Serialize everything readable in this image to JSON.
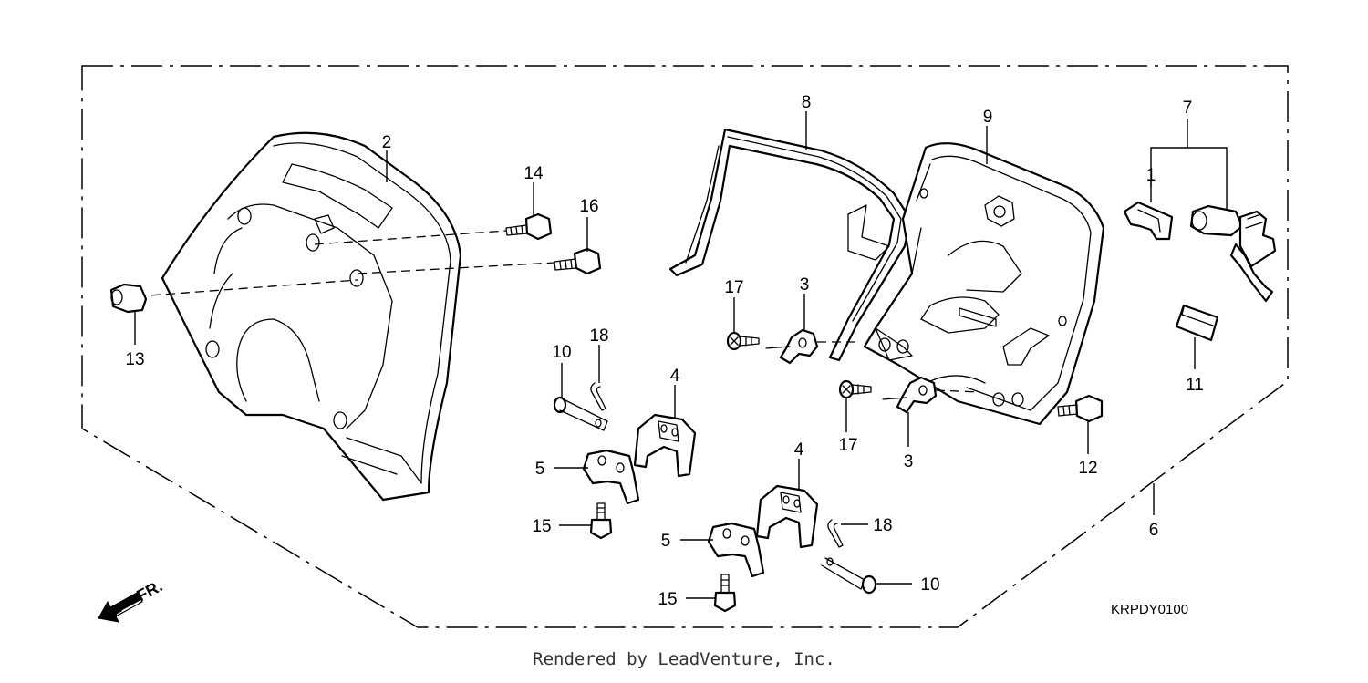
{
  "diagram": {
    "callouts": {
      "p1": "1",
      "p2": "2",
      "p3a": "3",
      "p3b": "3",
      "p4a": "4",
      "p4b": "4",
      "p5a": "5",
      "p5b": "5",
      "p6": "6",
      "p7": "7",
      "p8": "8",
      "p9": "9",
      "p10a": "10",
      "p10b": "10",
      "p11": "11",
      "p12": "12",
      "p13": "13",
      "p14": "14",
      "p15a": "15",
      "p15b": "15",
      "p16": "16",
      "p17a": "17",
      "p17b": "17",
      "p18a": "18",
      "p18b": "18"
    },
    "direction_label": "FR.",
    "diagram_code": "KRPDY0100"
  },
  "footer": {
    "credit": "Rendered by LeadVenture, Inc."
  }
}
